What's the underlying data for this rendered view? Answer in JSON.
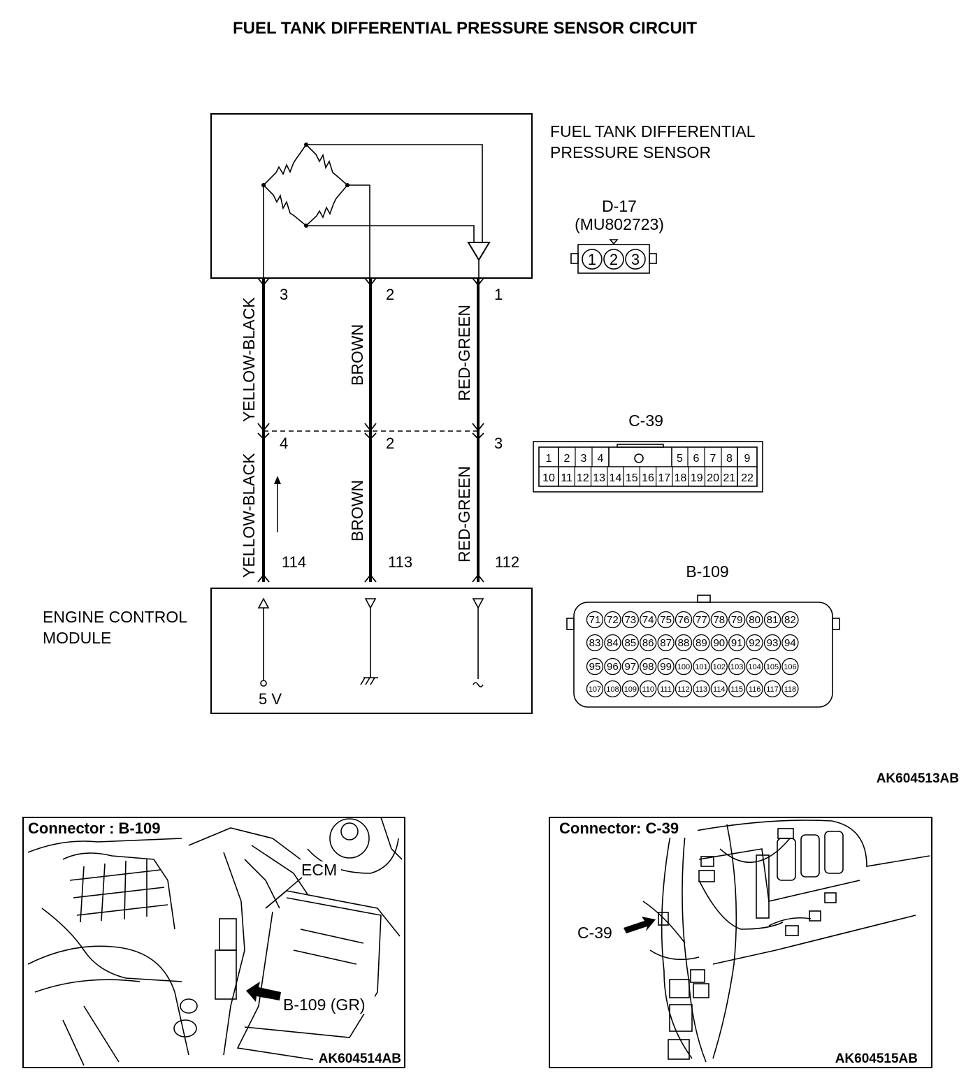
{
  "title": "FUEL TANK DIFFERENTIAL PRESSURE SENSOR CIRCUIT",
  "sensor": {
    "line1": "FUEL TANK DIFFERENTIAL",
    "line2": "PRESSURE SENSOR"
  },
  "ecm": {
    "line1": "ENGINE CONTROL",
    "line2": "MODULE",
    "supply": "5 V"
  },
  "wires": [
    {
      "color": "YELLOW-BLACK",
      "sensor_pin": "3",
      "junction_pin": "4",
      "ecm_pin": "114"
    },
    {
      "color": "BROWN",
      "sensor_pin": "2",
      "junction_pin": "2",
      "ecm_pin": "113"
    },
    {
      "color": "RED-GREEN",
      "sensor_pin": "1",
      "junction_pin": "3",
      "ecm_pin": "112"
    }
  ],
  "connectors": {
    "d17": {
      "name": "D-17",
      "part": "(MU802723)",
      "pins": [
        "1",
        "2",
        "3"
      ]
    },
    "c39": {
      "name": "C-39",
      "top_left": [
        "1",
        "2",
        "3",
        "4"
      ],
      "top_right": [
        "5",
        "6",
        "7",
        "8",
        "9"
      ],
      "bottom": [
        "10",
        "11",
        "12",
        "13",
        "14",
        "15",
        "16",
        "17",
        "18",
        "19",
        "20",
        "21",
        "22"
      ]
    },
    "b109": {
      "name": "B-109",
      "rows": [
        [
          "71",
          "72",
          "73",
          "74",
          "75",
          "76",
          "77",
          "78",
          "79",
          "80",
          "81",
          "82"
        ],
        [
          "83",
          "84",
          "85",
          "86",
          "87",
          "88",
          "89",
          "90",
          "91",
          "92",
          "93",
          "94"
        ],
        [
          "95",
          "96",
          "97",
          "98",
          "99",
          "100",
          "101",
          "102",
          "103",
          "104",
          "105",
          "106"
        ],
        [
          "107",
          "108",
          "109",
          "110",
          "111",
          "112",
          "113",
          "114",
          "115",
          "116",
          "117",
          "118"
        ]
      ]
    }
  },
  "figure_codes": {
    "main": "AK604513AB",
    "left": "AK604514AB",
    "right": "AK604515AB"
  },
  "photo_left": {
    "header": "Connector : B-109",
    "ecm_label": "ECM",
    "arrow_label": "B-109 (GR)"
  },
  "photo_right": {
    "header": "Connector: C-39",
    "arrow_label": "C-39"
  }
}
